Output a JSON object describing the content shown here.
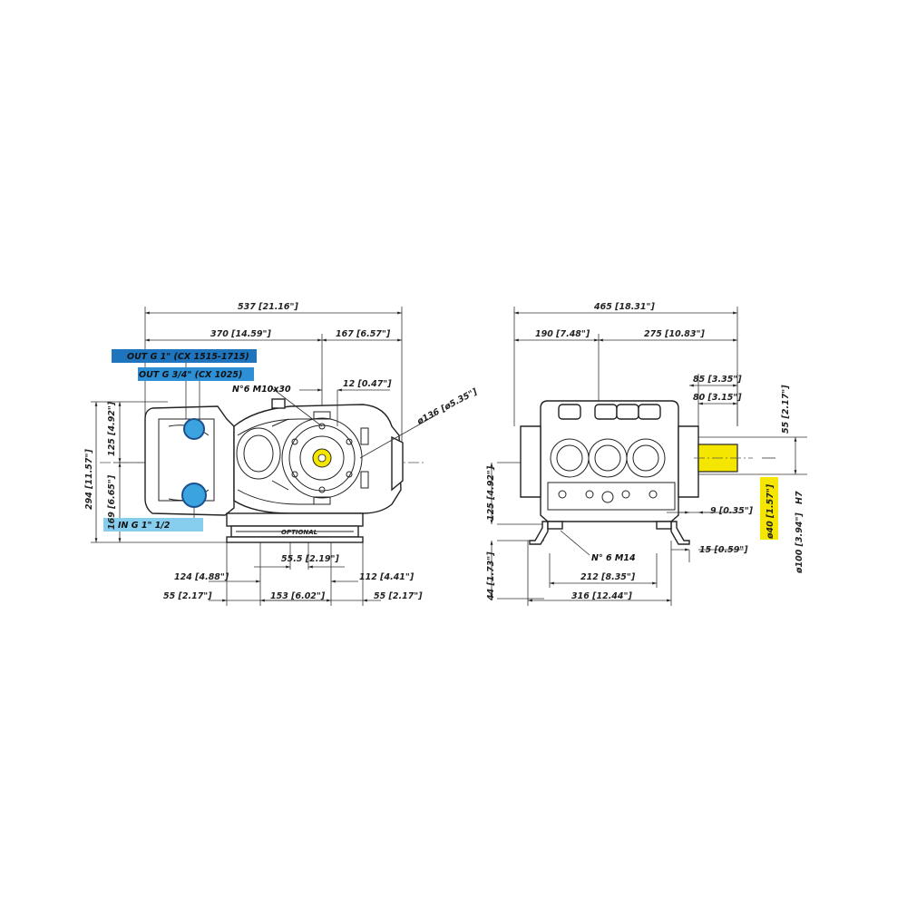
{
  "colors": {
    "outlet_highlight": "#1e74bd",
    "outlet_small_highlight": "#2d8fd6",
    "inlet_highlight": "#86cdee",
    "shaft_highlight": "#f5e600",
    "port_blue": "#3aa3e0"
  },
  "side_view": {
    "labels": {
      "out_g1": "OUT G 1\" (CX 1515-1715)",
      "out_g34": "OUT G 3/4\" (CX 1025)",
      "in_g": "IN G 1\" 1/2",
      "bolts": "N°6 M10x30",
      "optional": "OPTIONAL"
    },
    "dimensions": {
      "overall_length": "537 [21.16\"]",
      "length_370": "370 [14.59\"]",
      "length_167": "167 [6.57\"]",
      "offset_12": "12 [0.47\"]",
      "diameter_136": "ø136 [ø5.35\"]",
      "height_294": "294 [11.57\"]",
      "height_125": "125 [4.92\"]",
      "height_169": "169 [6.65\"]",
      "width_55_5": "55.5 [2.19\"]",
      "width_124": "124 [4.88\"]",
      "width_112": "112 [4.41\"]",
      "width_55_left": "55 [2.17\"]",
      "width_153": "153 [6.02\"]",
      "width_55_right": "55 [2.17\"]"
    }
  },
  "front_view": {
    "labels": {
      "bolts": "N° 6 M14",
      "tolerance": "H7"
    },
    "dimensions": {
      "overall_width": "465 [18.31\"]",
      "width_190": "190 [7.48\"]",
      "width_275": "275 [10.83\"]",
      "shaft_85": "85 [3.35\"]",
      "shaft_80": "80 [3.15\"]",
      "height_55": "55 [2.17\"]",
      "height_125": "125 [4.92\"]",
      "height_44": "44 [1.73\"]",
      "offset_9": "9 [0.35\"]",
      "offset_15": "15 [0.59\"]",
      "diameter_40": "ø40 [1.57\"]",
      "diameter_100": "ø100 [3.94\"]",
      "width_212": "212 [8.35\"]",
      "width_316": "316 [12.44\"]"
    }
  }
}
